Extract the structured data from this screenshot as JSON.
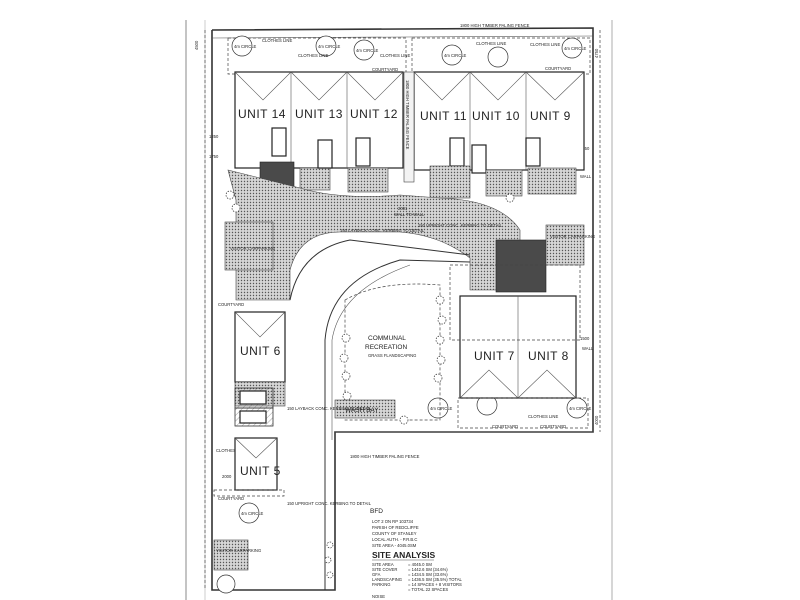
{
  "units": {
    "u14": "UNIT 14",
    "u13": "UNIT 13",
    "u12": "UNIT 12",
    "u11": "UNIT 11",
    "u10": "UNIT 10",
    "u9": "UNIT 9",
    "u7": "UNIT 7",
    "u8": "UNIT 8",
    "u6": "UNIT 6",
    "u5": "UNIT 5"
  },
  "labels": {
    "communal": "COMMUNAL",
    "recreation": "RECREATION",
    "grass": "GRASS FLANDSCAPING",
    "wash_bay": "WASH BAY",
    "wall_to_wall": "WALL TO WALL",
    "wall": "WALL",
    "paling_top": "1800 HIGH TIMBER PALING FENCE",
    "paling_bottom": "1800 HIGH TIMBER PALING FENCE",
    "circle": "4m CIRCLE",
    "clothes_line": "CLOTHES LINE",
    "courtyard": "COURTYARD",
    "layback_1": "150 LAYBACK CONC. KERBING TO DETAIL",
    "upright_1": "150 UPRIGHT CONC. KERBING TO DETAIL",
    "layback_2": "150 LAYBACK CONC. KERBING TO DETAIL",
    "upright_2": "150 UPRIGHT CONC. KERBING TO DETAIL",
    "visitor": "VISITOR CARPARKING",
    "dim_4500": "4500",
    "dim_1250": "1250",
    "dim_1750": "1750",
    "dim_2001": "2001",
    "dim_2000": "2000",
    "dim_4750": "4750",
    "dim_1500": "1500",
    "dim_4000": "4000"
  },
  "title_block": {
    "bfd": "BFD",
    "lines": [
      "LOT 2 ON RP 103734",
      "PARISH OF REDCLIFFE",
      "COUNTY OF STANLEY",
      "LOCAL AUTH. - P.R.B.C",
      "SITE AREA - 4045.0SM"
    ],
    "heading": "SITE ANALYSIS",
    "rows": [
      {
        "k": "SITE AREA",
        "v": "= 4045.0 SM"
      },
      {
        "k": "SITE COVER",
        "v": "= 1442.6 SM (34.6%)"
      },
      {
        "k": "GFA",
        "v": "= 1434.5 SM (33.6%)"
      },
      {
        "k": "LANDSCAPING",
        "v": "= 1436.5 SM (35.5%) TOTAL"
      },
      {
        "k": "PARKING",
        "v": "= 14 SPACES + 8 VISITORS"
      },
      {
        "k": "",
        "v": "= TOTAL 22 SPACES"
      }
    ],
    "noise": "NOISE"
  }
}
